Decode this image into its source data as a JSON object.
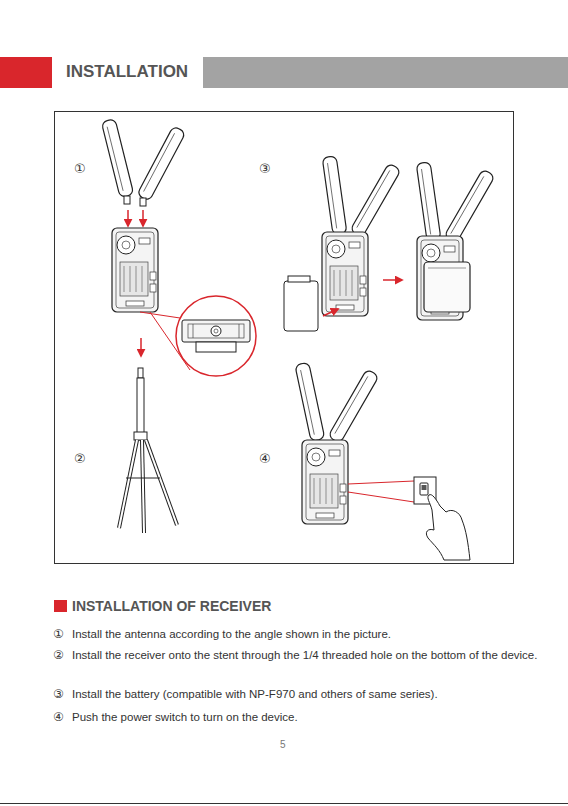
{
  "diagram": {
    "title": "INSTALLATION",
    "labels": [
      "①",
      "③",
      "②",
      "④",
      "INSTALLATION OF RECEIVER",
      "①",
      "Install the antenna according to the angle shown in the picture.",
      "②",
      "Install the receiver onto the stent through the 1/4 threaded hole on the bottom of the device.",
      "③",
      "Install the battery (compatible with NP-F970 and others of same series).",
      "④",
      "Push the power switch to turn on the device.",
      "5"
    ]
  }
}
